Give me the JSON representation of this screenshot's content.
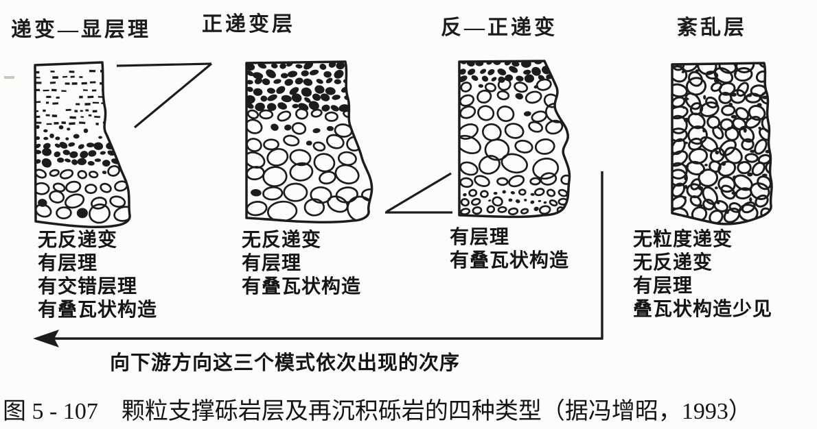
{
  "figure": {
    "background": "#fcfcfa",
    "ink_color": "#1c1c1c",
    "panels": [
      {
        "title": "递变—显层理",
        "features": [
          "无反递变",
          "有层理",
          "有交错层理",
          "有叠瓦状构造"
        ]
      },
      {
        "title": "正递变层",
        "features": [
          "无反递变",
          "有层理",
          "有叠瓦状构造"
        ]
      },
      {
        "title": "反—正递变",
        "features": [
          "有层理",
          "有叠瓦状构造"
        ]
      },
      {
        "title": "紊乱层",
        "features": [
          "无粒度递变",
          "无反递变",
          "有层理",
          "叠瓦状构造少见"
        ]
      }
    ],
    "arrow_label": "向下游方向这三个模式依次出现的次序",
    "caption": "图 5 - 107　颗粒支撑砾岩层及再沉积砾岩的四种类型（据冯增昭，1993）"
  }
}
